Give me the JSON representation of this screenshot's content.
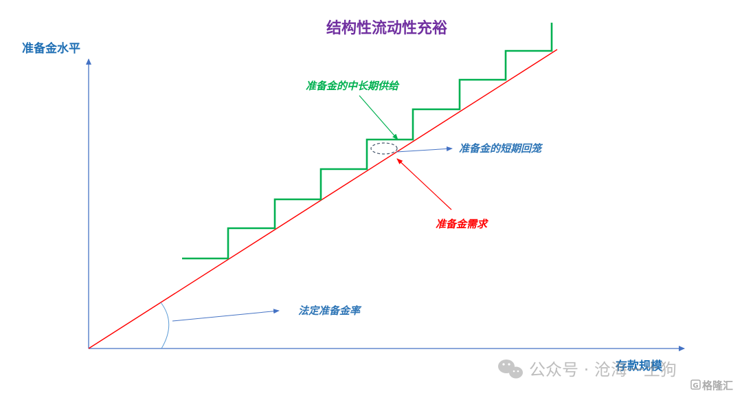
{
  "title": "结构性流动性充裕",
  "axes": {
    "y_label": "准备金水平",
    "x_label": "存款规模"
  },
  "annotations": {
    "supply": "准备金的中长期供给",
    "short_term": "准备金的短期回笼",
    "demand": "准备金需求",
    "rate": "法定准备金率"
  },
  "watermark": {
    "account": "公众号 · 沧海一土狗",
    "brand": "格隆汇"
  },
  "colors": {
    "title": "#7030A0",
    "axis": "#4472C4",
    "axis_label": "#1F6FB4",
    "supply": "#00B050",
    "demand": "#FF0000",
    "short_term": "#2E75B6",
    "rate": "#2E75B6",
    "ellipse": "#44546A"
  }
}
